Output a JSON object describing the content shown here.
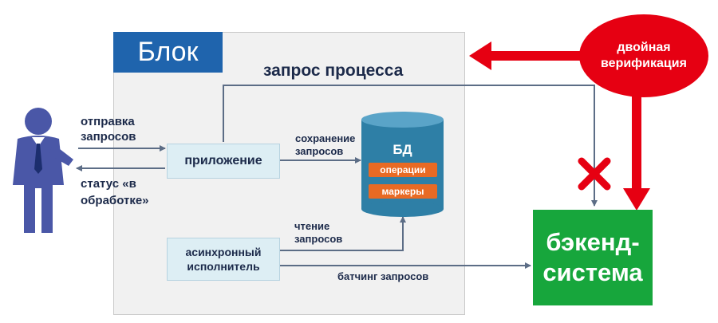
{
  "block": {
    "title": "Блок"
  },
  "labels": {
    "process_request": "запрос процесса",
    "send_requests_l1": "отправка",
    "send_requests_l2": "запросов",
    "status_l1": "статус «в",
    "status_l2": "обработке»",
    "save_requests_l1": "сохранение",
    "save_requests_l2": "запросов",
    "read_requests_l1": "чтение",
    "read_requests_l2": "запросов",
    "batching": "батчинг запросов"
  },
  "nodes": {
    "app": "приложение",
    "executor_l1": "асинхронный",
    "executor_l2": "исполнитель",
    "db_title": "БД",
    "db_ops": "операции",
    "db_markers": "маркеры",
    "backend_l1": "бэкенд-",
    "backend_l2": "система",
    "verify_l1": "двойная",
    "verify_l2": "верификация"
  },
  "colors": {
    "block_title": "#1f64ad",
    "db": "#2e7fa6",
    "db_tag": "#e86a24",
    "backend": "#17a63c",
    "verify": "#e60012",
    "arrows": "#5c6d86"
  }
}
